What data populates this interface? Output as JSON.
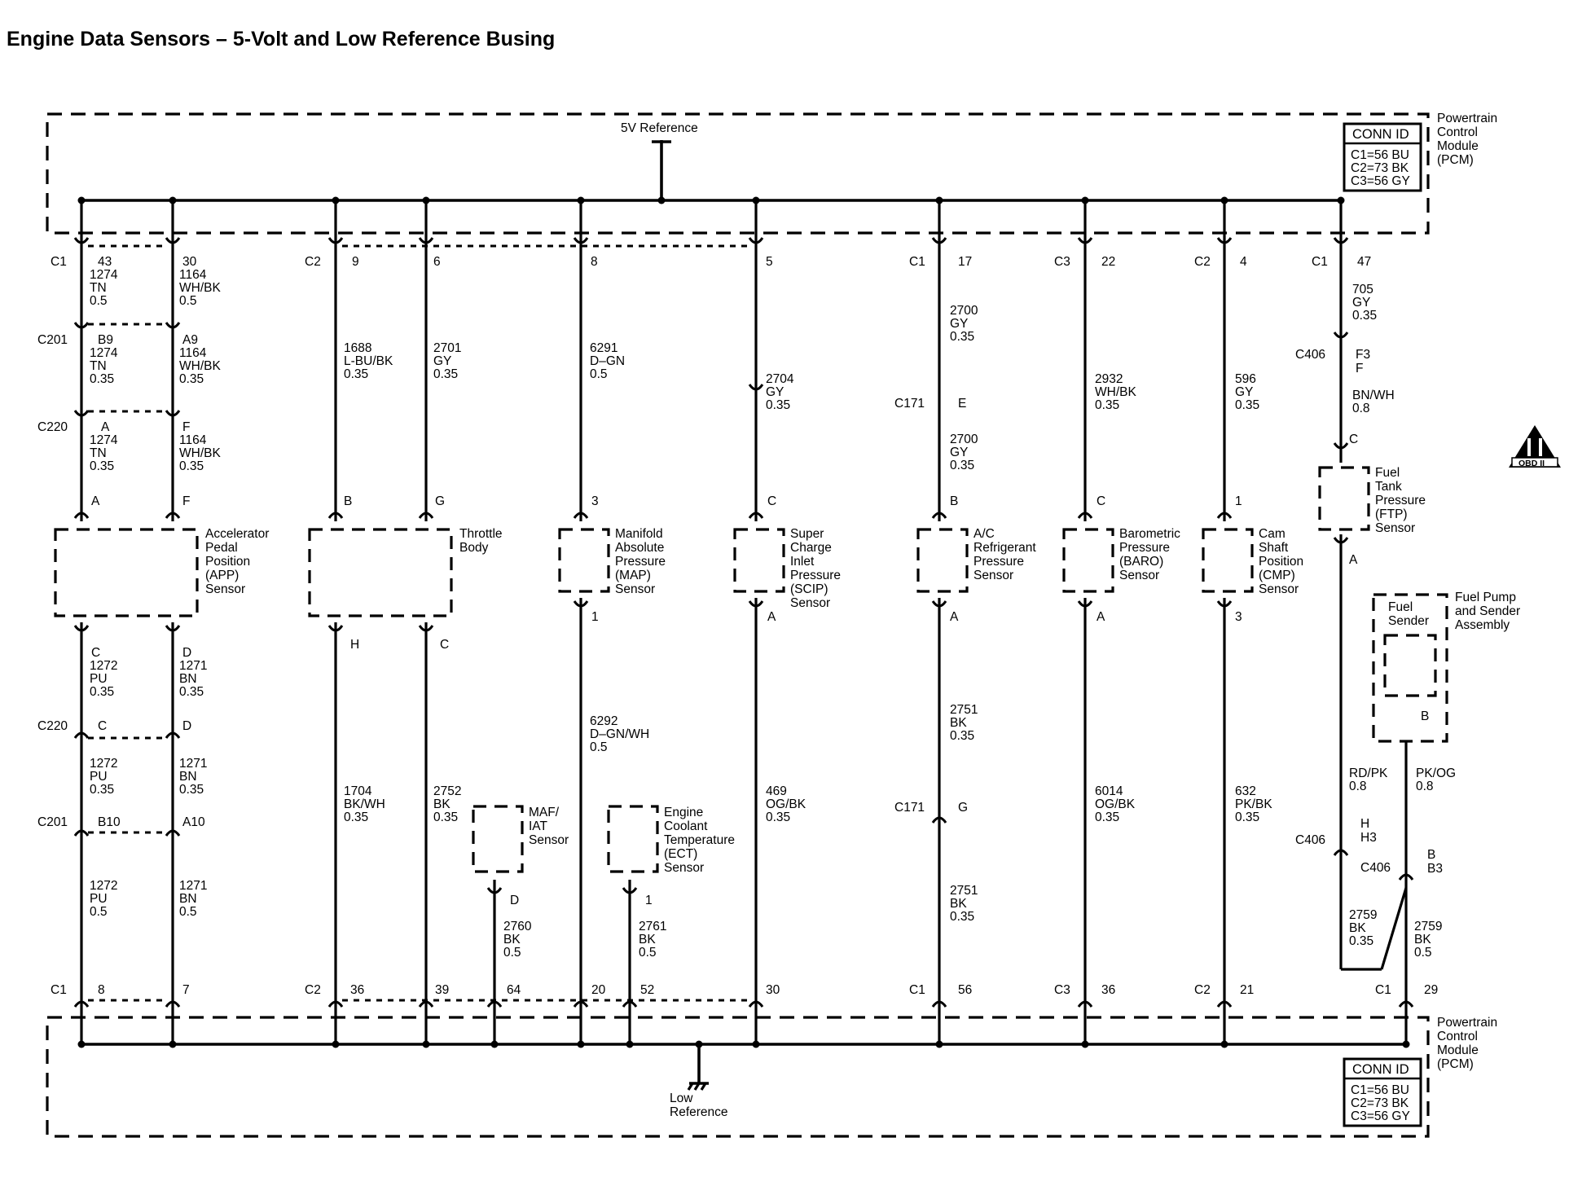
{
  "title": "Engine Data Sensors – 5-Volt and Low Reference Busing",
  "pcm": {
    "label": [
      "Powertrain",
      "Control",
      "Module",
      "(PCM)"
    ],
    "conn_header": "CONN ID",
    "conn_lines": [
      "C1=56 BU",
      "C2=73 BK",
      "C3=56 GY"
    ]
  },
  "bus": {
    "ref_label": "5V Reference",
    "low_label": [
      "Low",
      "Reference"
    ]
  },
  "obd_badge": "OBD II",
  "components": {
    "app": [
      "Accelerator",
      "Pedal",
      "Position",
      "(APP)",
      "Sensor"
    ],
    "throttle": [
      "Throttle",
      "Body"
    ],
    "map": [
      "Manifold",
      "Absolute",
      "Pressure",
      "(MAP)",
      "Sensor"
    ],
    "scip": [
      "Super",
      "Charge",
      "Inlet",
      "Pressure",
      "(SCIP)",
      "Sensor"
    ],
    "ac": [
      "A/C",
      "Refrigerant",
      "Pressure",
      "Sensor"
    ],
    "baro": [
      "Barometric",
      "Pressure",
      "(BARO)",
      "Sensor"
    ],
    "cmp": [
      "Cam",
      "Shaft",
      "Position",
      "(CMP)",
      "Sensor"
    ],
    "ftp": [
      "Fuel",
      "Tank",
      "Pressure",
      "(FTP)",
      "Sensor"
    ],
    "fuel_sender": [
      "Fuel",
      "Sender"
    ],
    "fuel_pump": [
      "Fuel Pump",
      "and Sender",
      "Assembly"
    ],
    "maf": [
      "MAF/",
      "IAT",
      "Sensor"
    ],
    "ect": [
      "Engine",
      "Coolant",
      "Temperature",
      "(ECT)",
      "Sensor"
    ]
  },
  "connectors": {
    "c1": "C1",
    "c2": "C2",
    "c3": "C3",
    "c201": "C201",
    "c220": "C220",
    "c171": "C171",
    "c406": "C406"
  },
  "pins": {
    "p43": "43",
    "p30": "30",
    "p9": "9",
    "p6": "6",
    "p8": "8",
    "p5": "5",
    "p17": "17",
    "p22": "22",
    "p4": "4",
    "p47": "47",
    "b9": "B9",
    "a9": "A9",
    "a": "A",
    "f": "F",
    "b": "B",
    "g": "G",
    "c": "C",
    "one": "1",
    "three": "3",
    "d": "D",
    "h": "H",
    "f3": "F3",
    "e": "E",
    "b10": "B10",
    "a10": "A10",
    "h3": "H3",
    "b3": "B3",
    "p7": "7",
    "p36": "36",
    "p39": "39",
    "p64": "64",
    "p20": "20",
    "p52": "52",
    "p56": "56",
    "p21": "21",
    "p29": "29"
  },
  "wires": {
    "w1274": [
      "1274",
      "TN",
      "0.5"
    ],
    "w1274b": [
      "1274",
      "TN",
      "0.35"
    ],
    "w1164": [
      "1164",
      "WH/BK",
      "0.5"
    ],
    "w1164b": [
      "1164",
      "WH/BK",
      "0.35"
    ],
    "w1272a": [
      "1272",
      "PU",
      "0.35"
    ],
    "w1272c": [
      "1272",
      "PU",
      "0.5"
    ],
    "w1271a": [
      "1271",
      "BN",
      "0.35"
    ],
    "w1271c": [
      "1271",
      "BN",
      "0.5"
    ],
    "w1688": [
      "1688",
      "L-BU/BK",
      "0.35"
    ],
    "w2701": [
      "2701",
      "GY",
      "0.35"
    ],
    "w1704": [
      "1704",
      "BK/WH",
      "0.35"
    ],
    "w2752": [
      "2752",
      "BK",
      "0.35"
    ],
    "w2760": [
      "2760",
      "BK",
      "0.5"
    ],
    "w6291": [
      "6291",
      "D–GN",
      "0.5"
    ],
    "w6292": [
      "6292",
      "D–GN/WH",
      "0.5"
    ],
    "w2761": [
      "2761",
      "BK",
      "0.5"
    ],
    "w2704": [
      "2704",
      "GY",
      "0.35"
    ],
    "w469": [
      "469",
      "OG/BK",
      "0.35"
    ],
    "w2700": [
      "2700",
      "GY",
      "0.35"
    ],
    "w2751": [
      "2751",
      "BK",
      "0.35"
    ],
    "w2932": [
      "2932",
      "WH/BK",
      "0.35"
    ],
    "w6014": [
      "6014",
      "OG/BK",
      "0.35"
    ],
    "w596": [
      "596",
      "GY",
      "0.35"
    ],
    "w632": [
      "632",
      "PK/BK",
      "0.35"
    ],
    "w705": [
      "705",
      "GY",
      "0.35"
    ],
    "wbnwh": [
      "BN/WH",
      "0.8"
    ],
    "wrdpk": [
      "RD/PK",
      "0.8"
    ],
    "wpkog": [
      "PK/OG",
      "0.8"
    ],
    "w2759a": [
      "2759",
      "BK",
      "0.35"
    ],
    "w2759b": [
      "2759",
      "BK",
      "0.5"
    ]
  }
}
